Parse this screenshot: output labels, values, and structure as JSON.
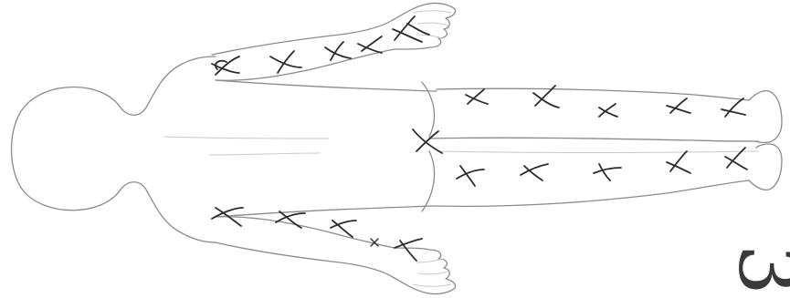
{
  "diagram": {
    "type": "body-chart",
    "view": "posterior",
    "orientation": "head-left",
    "ink_color": "#2a2a2a",
    "outline_color": "#8a8a8a",
    "background": "#ffffff"
  },
  "page_number": "3",
  "marks": {
    "upper_arm": 6,
    "lower_arm": 5,
    "lumbar_midline": 1,
    "upper_leg": 5,
    "lower_leg": 5
  }
}
